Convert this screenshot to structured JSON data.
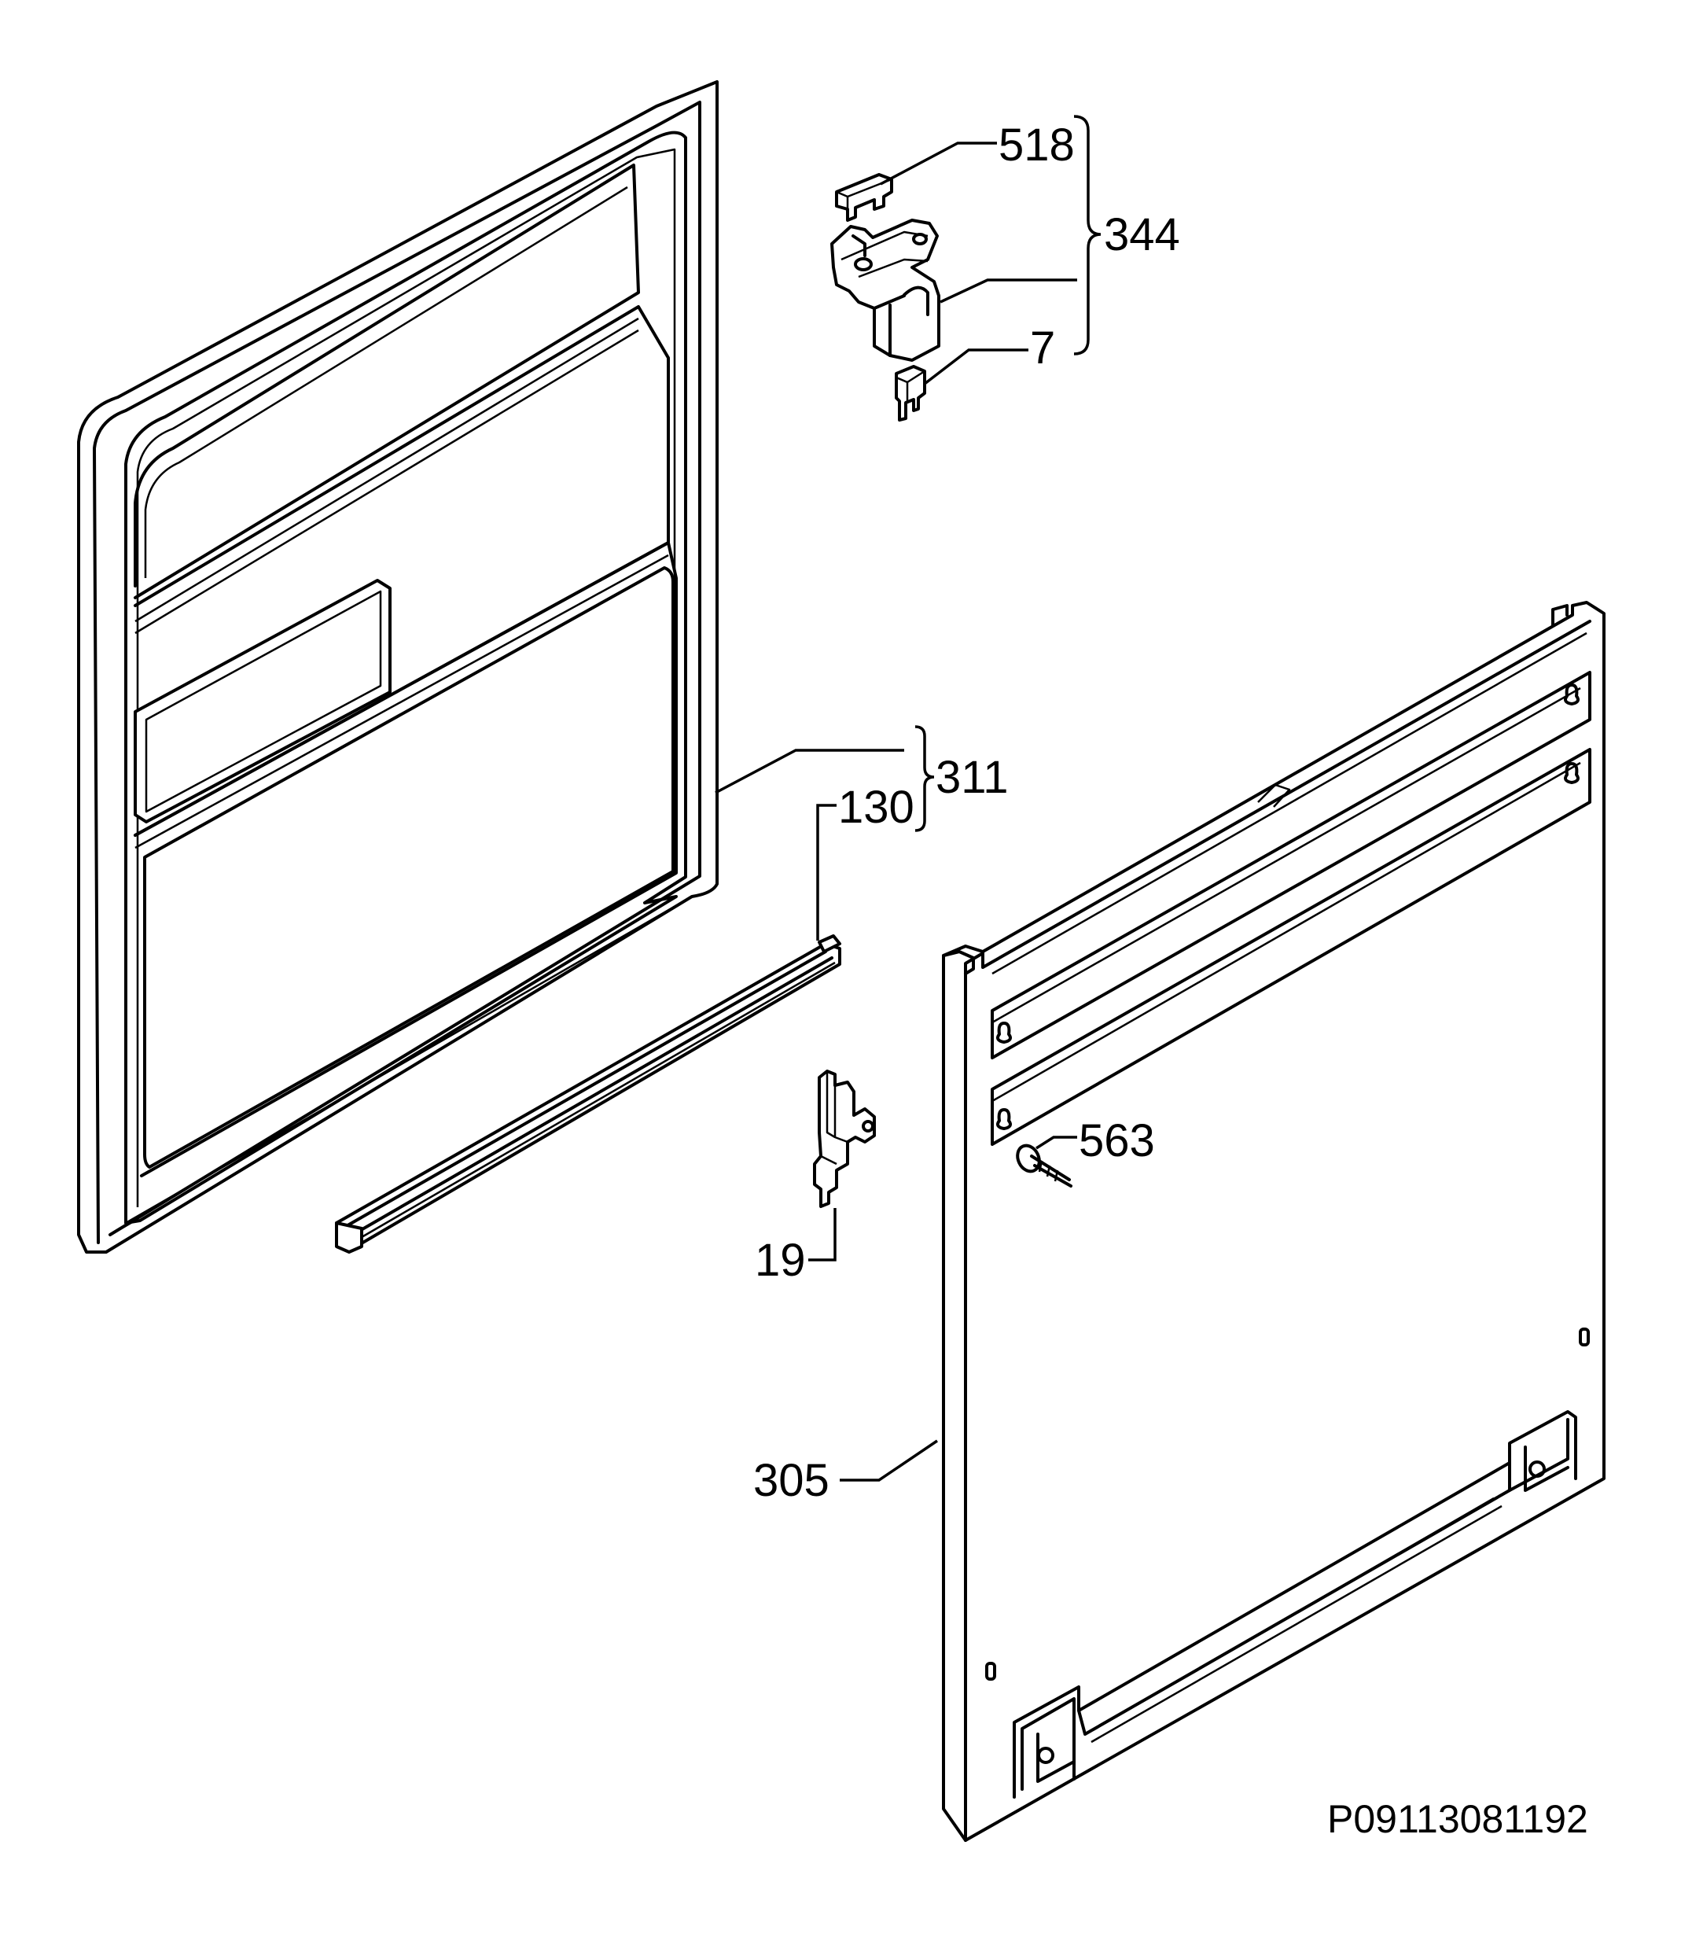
{
  "labels": {
    "p518": "518",
    "p344": "344",
    "p7": "7",
    "p311": "311",
    "p130": "130",
    "p563": "563",
    "p19": "19",
    "p305": "305"
  },
  "drawing_code": "P09113081192"
}
